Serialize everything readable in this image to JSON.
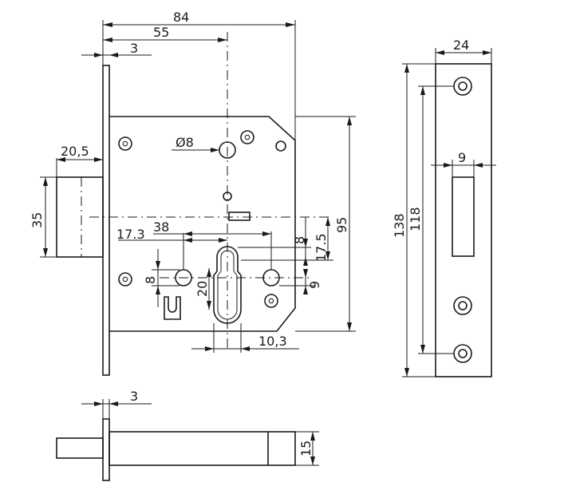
{
  "dimensions": {
    "overall_width": "84",
    "backset": "55",
    "faceplate_thickness_top": "3",
    "bolt_hole_diameter": "Ø8",
    "bolt_projection": "20,5",
    "bolt_height": "35",
    "dim_17_3": "17.3",
    "dim_38": "38",
    "dim_8_right": "8",
    "dim_17_5": "17.5",
    "case_height": "95",
    "dim_8_left": "8",
    "dim_20": "20",
    "dim_9_right": "9",
    "dim_10_3": "10,3",
    "strike_width": "24",
    "strike_slot_width": "9",
    "strike_height": "138",
    "strike_hole_spacing": "118",
    "faceplate_thickness_bottom": "3",
    "bottom_height": "15"
  }
}
